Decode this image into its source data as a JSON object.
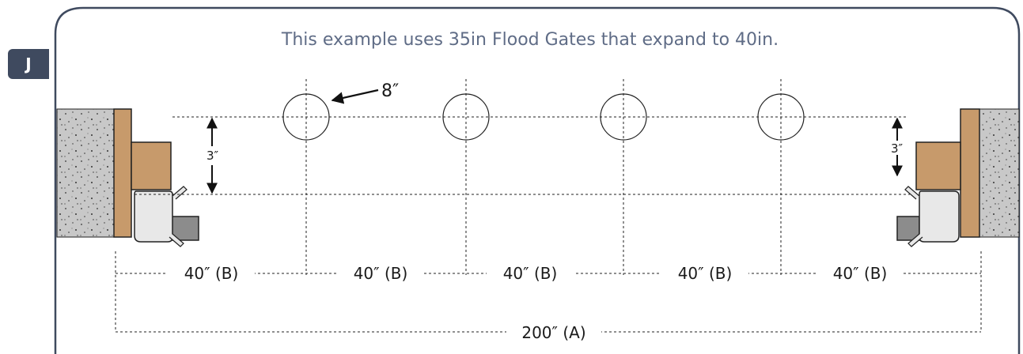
{
  "badge": "J",
  "caption": "This example uses 35in Flood Gates that expand to 40in.",
  "labels": {
    "hole_diameter": "8″",
    "vertical_offset": "3″",
    "segment": "40″ (B)",
    "total": "200″ (A)"
  },
  "colors": {
    "border": "#3f4a5f",
    "caption": "#5f6c86",
    "concrete": "#c8c8c8",
    "wood": "#c79a6b",
    "gate": "#e8e8e8",
    "metal": "#8c8c8c"
  }
}
